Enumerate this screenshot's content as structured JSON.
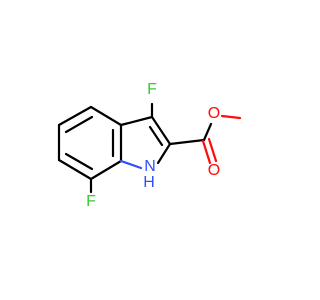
{
  "molecule": {
    "atoms": {
      "F3": {
        "text": "F",
        "color": "#33cc33"
      },
      "F7": {
        "text": "F",
        "color": "#33cc33"
      },
      "N1": {
        "text": "N",
        "color": "#3050f8"
      },
      "H1": {
        "text": "H",
        "color": "#3050f8"
      },
      "O_ether": {
        "text": "O",
        "color": "#ff0d0d"
      },
      "O_carbonyl": {
        "text": "O",
        "color": "#ff0d0d"
      }
    },
    "bond_color": "#000000",
    "background": "#ffffff"
  }
}
